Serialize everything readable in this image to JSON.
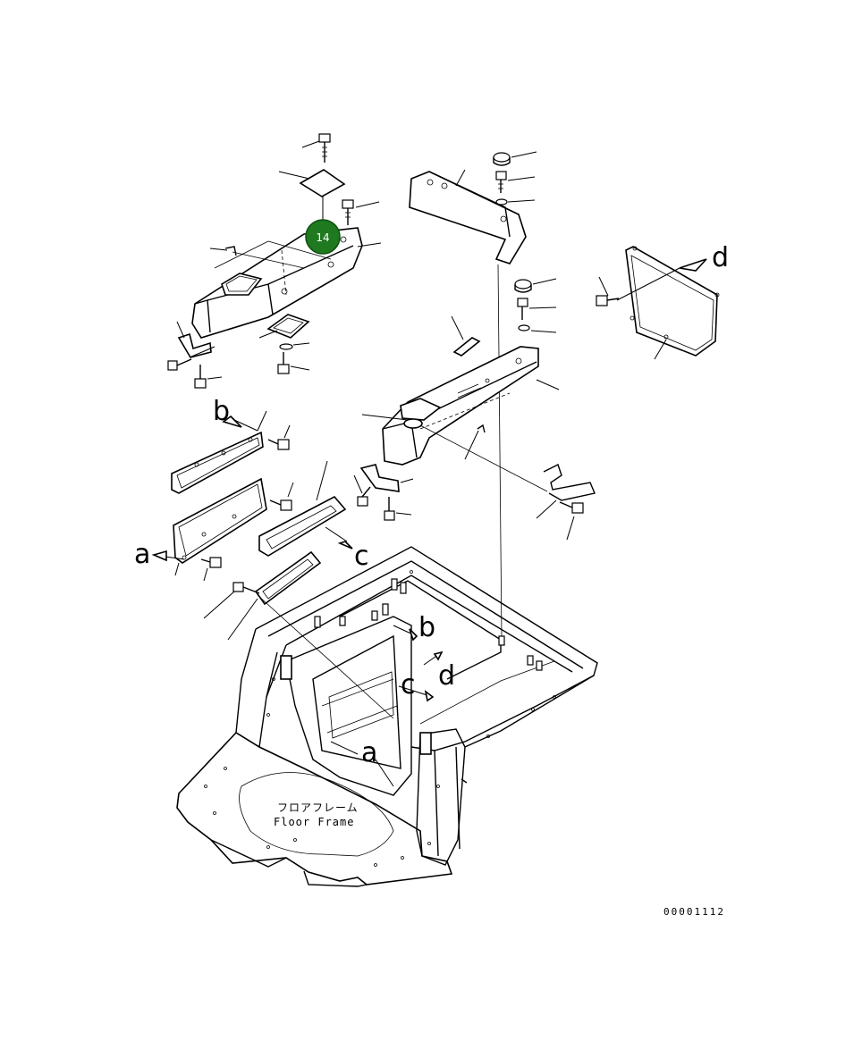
{
  "callouts": [
    {
      "id": "callout-14",
      "number": "14",
      "color": "#1f7a1f"
    }
  ],
  "view_labels": {
    "a_left": "a",
    "b_left": "b",
    "c_left": "c",
    "d_right": "d",
    "b_frame": "b",
    "c_frame": "c",
    "d_frame": "d",
    "a_frame": "a"
  },
  "frame_label": {
    "japanese": "フロアフレーム",
    "english": "Floor Frame"
  },
  "drawing_number": "00001112"
}
